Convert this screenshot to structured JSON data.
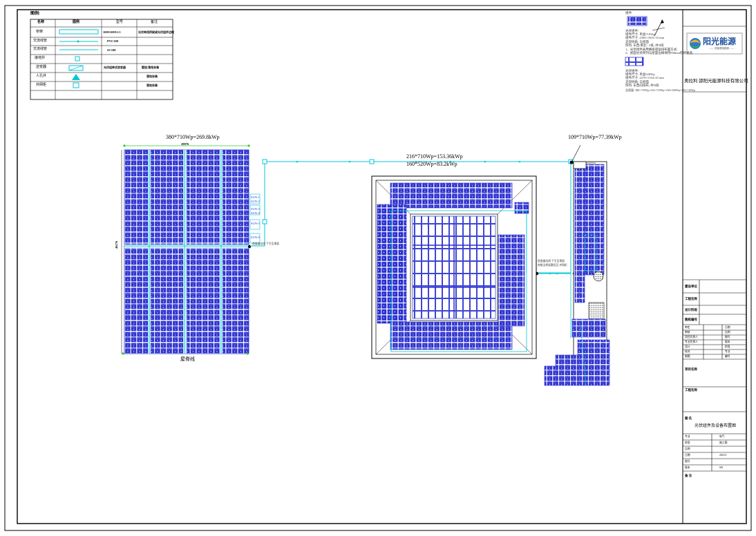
{
  "legend": {
    "title": "图例:",
    "headers": [
      "名称",
      "图例",
      "型号",
      "备注"
    ],
    "rows": [
      {
        "name": "桥架",
        "model": "100X100X1.5",
        "note": "光伏串用桥架或光伏组件边框"
      },
      {
        "name": "交流线管",
        "model": "PVC100",
        "note": ""
      },
      {
        "name": "交流线管",
        "model": "SC100",
        "note": ""
      },
      {
        "name": "接地井",
        "model": "",
        "note": ""
      },
      {
        "name": "逆变器",
        "model": "光伏组串式逆变器",
        "note": "壁挂/落地安装"
      },
      {
        "name": "人孔井",
        "model": "",
        "note": "落地安装"
      },
      {
        "name": "并网柜",
        "model": "",
        "note": "落地安装"
      }
    ]
  },
  "top_right_notes": {
    "label_a": "组件:",
    "block_a": [
      "光伏组件:",
      "组件尺寸: 单晶710Wp",
      "组件尺寸: 2384×1303×33 mm",
      "支架倾角: 与屋面",
      "阵列: 东西/南北 / 2排, 共N排",
      "1、光伏组件采用横排或竖排布置方式;",
      "2、屋面光伏阵列与屋面边缘保持500mm检修通道;"
    ],
    "block_b": [
      "光伏组件:",
      "组件尺寸: 单晶520Wp",
      "组件尺寸: 2279×1134×35 mm",
      "支架倾角: 与屋面",
      "阵列: 东西向排布, 共N排",
      "总容量: 380×710Wp+216×710Wp+160×520Wp+109×710Wp"
    ]
  },
  "company": {
    "logo_text": "阳光能源",
    "logo_sub": "—— 光伏发电系统 ——",
    "name": "奥拉利 邵阳光能源科技有限公司"
  },
  "arrays": {
    "left_caption": "380*710Wp=269.8kWp",
    "left_dim_top": "28876",
    "left_dim_side": "46276",
    "left_bottom_label": "屋脊线",
    "middle_caption_1": "216*710Wp=153.36kWp",
    "middle_caption_2": "160*520Wp=83.2kWp",
    "right_caption": "109*710Wp=77.39kWp",
    "string_tags": [
      "SUN-1",
      "SUN-2",
      "SUN-3",
      "SUN-4",
      "SUN-5",
      "SUN-6"
    ],
    "cable_notes_left": "逆变器出线 下引至地面",
    "cable_notes_right_1": "逆变器出线 下引至地面",
    "cable_notes_right_2": "电缆沿桥架敷设至 并网柜"
  },
  "title_block": {
    "rows_a": [
      "建设单位",
      "工程名称",
      "设计阶段",
      "图纸编号"
    ],
    "signature_rows": [
      [
        "审定",
        "",
        "日期"
      ],
      [
        "审核",
        "",
        "比例"
      ],
      [
        "项目负责人",
        "",
        "图号"
      ],
      [
        "专业负责人",
        "",
        "版本"
      ],
      [
        "设计",
        "",
        "阶段"
      ],
      [
        "校对",
        "",
        "专业"
      ],
      [
        "制图",
        "",
        "编号"
      ]
    ],
    "label_project": "项目名称",
    "label_sub": "工程名称",
    "drawing_title_prefix": "图 名",
    "drawing_title": "光伏组件及设备布置图",
    "info_rows": [
      [
        "专业",
        "电气"
      ],
      [
        "阶段",
        "施工图"
      ],
      [
        "比例",
        ""
      ],
      [
        "日期",
        "2023.5"
      ],
      [
        "图号",
        ""
      ],
      [
        "版本",
        "001"
      ]
    ],
    "footer": "备 注"
  },
  "colors": {
    "panel_fill": "#2a2fd0",
    "panel_line": "#ffffff",
    "cable": "#00c8d8",
    "frame": "#000000",
    "green_marker": "#33cc33"
  }
}
